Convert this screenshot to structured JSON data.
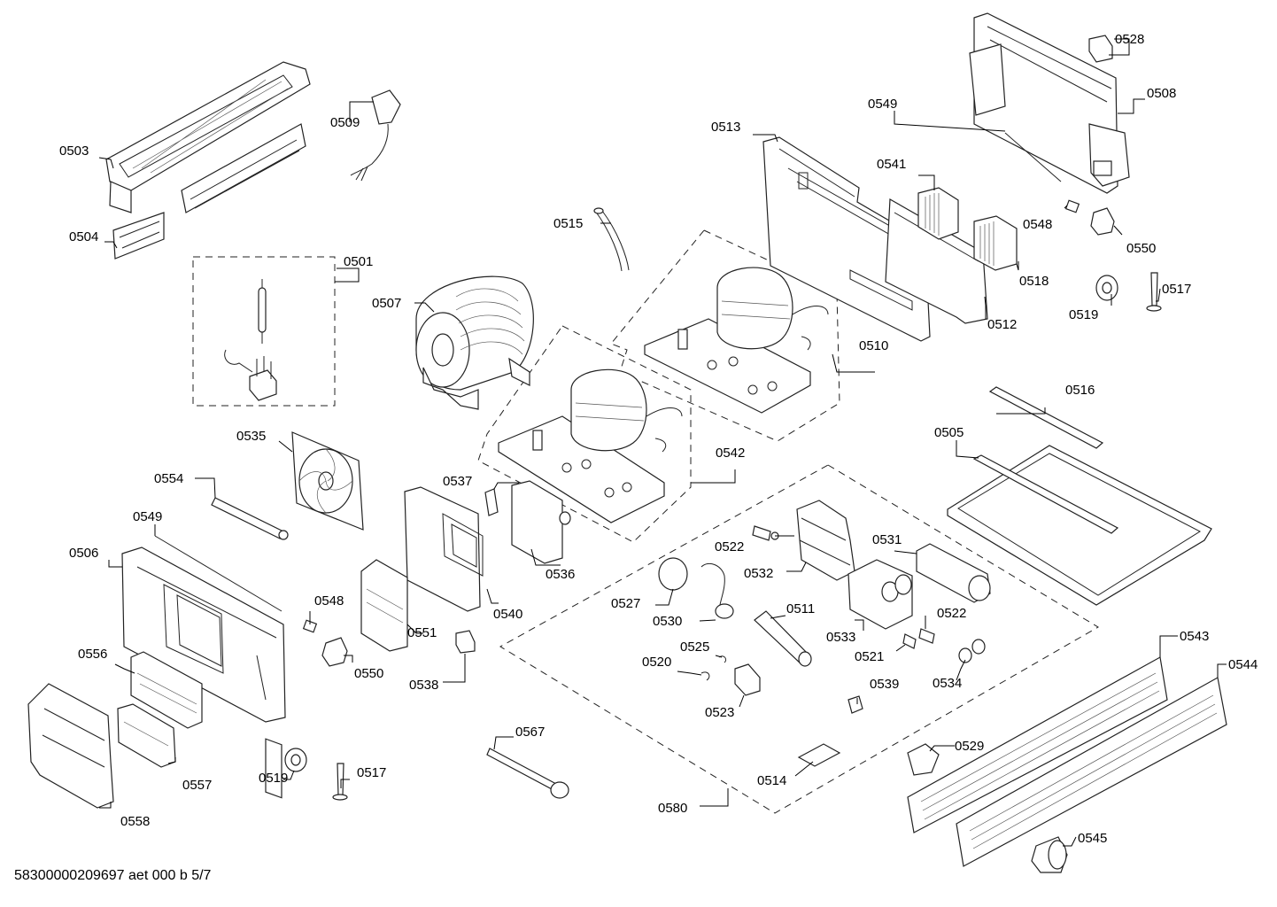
{
  "labels": {
    "p0501": "0501",
    "p0503": "0503",
    "p0504": "0504",
    "p0505": "0505",
    "p0506": "0506",
    "p0507": "0507",
    "p0508": "0508",
    "p0509": "0509",
    "p0510": "0510",
    "p0511": "0511",
    "p0512": "0512",
    "p0513": "0513",
    "p0514": "0514",
    "p0515": "0515",
    "p0516": "0516",
    "p0517a": "0517",
    "p0517b": "0517",
    "p0518": "0518",
    "p0519a": "0519",
    "p0519b": "0519",
    "p0520": "0520",
    "p0521": "0521",
    "p0522a": "0522",
    "p0522b": "0522",
    "p0523": "0523",
    "p0525": "0525",
    "p0527": "0527",
    "p0528": "0528",
    "p0529": "0529",
    "p0530": "0530",
    "p0531": "0531",
    "p0532": "0532",
    "p0533": "0533",
    "p0534": "0534",
    "p0535": "0535",
    "p0536": "0536",
    "p0537": "0537",
    "p0538": "0538",
    "p0539": "0539",
    "p0540": "0540",
    "p0541": "0541",
    "p0542": "0542",
    "p0543": "0543",
    "p0544": "0544",
    "p0545": "0545",
    "p0548a": "0548",
    "p0548b": "0548",
    "p0549a": "0549",
    "p0549b": "0549",
    "p0550a": "0550",
    "p0550b": "0550",
    "p0551": "0551",
    "p0554": "0554",
    "p0556": "0556",
    "p0557": "0557",
    "p0558": "0558",
    "p0567": "0567",
    "p0580": "0580"
  },
  "footer": {
    "drawing_id": "58300000209697 aet 000 b 5/7"
  }
}
